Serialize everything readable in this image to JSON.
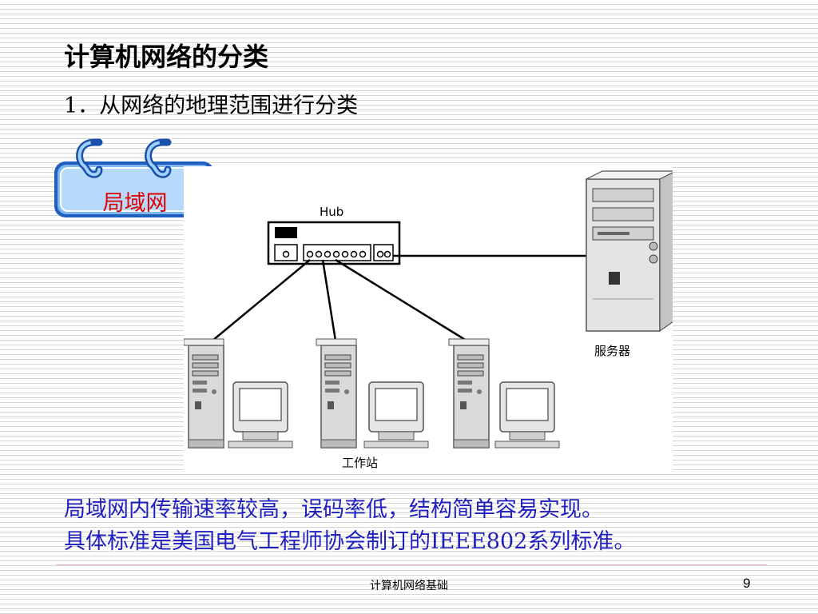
{
  "slide": {
    "title": "计算机网络的分类",
    "subtitle": "1．从网络的地理范围进行分类",
    "badge_label": "局域网",
    "description": [
      "局域网内传输速率较高，误码率低，结构简单容易实现。",
      "具体标准是美国电气工程师协会制订的IEEE802系列标准。"
    ]
  },
  "diagram": {
    "hub_label": "Hub",
    "server_label": "服务器",
    "workstation_label": "工作站"
  },
  "footer": {
    "text": "计算机网络基础",
    "page_number": "9"
  },
  "colors": {
    "description_text": "#1f1fbf",
    "badge_text": "#e00000",
    "badge_fill": "#5b9fe6"
  }
}
